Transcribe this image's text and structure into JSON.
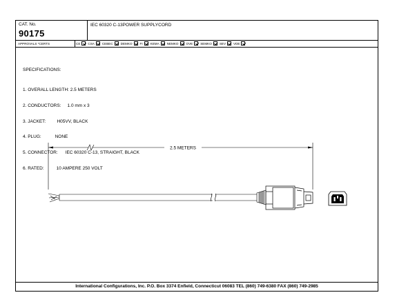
{
  "header": {
    "cat_label": "CAT. No.",
    "cat_number": "90175",
    "description": "IEC 60320 C-13POWER SUPPLYCORD"
  },
  "approvals": {
    "label": "APPROVALS  *CERTS",
    "items": [
      {
        "label": "CE",
        "checked": true
      },
      {
        "label": "CSA",
        "checked": true
      },
      {
        "label": "CEBEC",
        "checked": true
      },
      {
        "label": "DEMKO",
        "checked": true
      },
      {
        "label": "FI",
        "checked": true
      },
      {
        "label": "KEMA",
        "checked": true
      },
      {
        "label": "NEMKO",
        "checked": true
      },
      {
        "label": "OVE",
        "checked": true
      },
      {
        "label": "SEMKO",
        "checked": true
      },
      {
        "label": "SEV",
        "checked": true
      },
      {
        "label": "VDE",
        "checked": true
      }
    ]
  },
  "specs": {
    "title": "SPECIFICATIONS:",
    "lines": [
      "1. OVERALL LENGTH: 2.5 METERS",
      "2. CONDUCTORS:     1.0 mm x 3",
      "3. JACKET:         H05VV, BLACK",
      "4. PLUG:           NONE",
      "5. CONNECTOR:      IEC 60320 C-13, STRAIGHT, BLACK",
      "6. RATED:          10 AMPERE 250 VOLT"
    ]
  },
  "drawing": {
    "dimension_label": "2.5 METERS"
  },
  "footer": {
    "text": "International Configurations, Inc.  P.O. Box 3374  Enfield, Connecticut 06083 TEL (860) 749-6380  FAX (860) 749-2985"
  }
}
